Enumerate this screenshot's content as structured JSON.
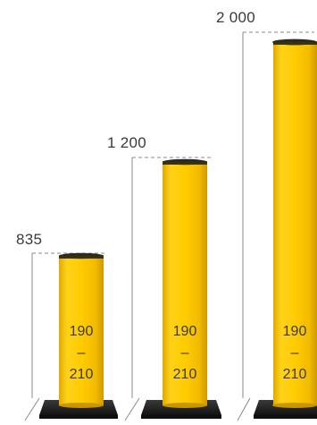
{
  "bollards": [
    {
      "height_label": "835",
      "diameter_from": "190",
      "diameter_dash": "–",
      "diameter_to": "210"
    },
    {
      "height_label": "1 200",
      "diameter_from": "190",
      "diameter_dash": "–",
      "diameter_to": "210"
    },
    {
      "height_label": "2 000",
      "diameter_from": "190",
      "diameter_dash": "–",
      "diameter_to": "210"
    }
  ],
  "colors": {
    "bollard_yellow": "#f5c400",
    "bollard_shadow": "#d9a800",
    "cap_dark": "#2a2a2a",
    "base_plate": "#1c1c1c",
    "dimension_line": "#8a8a8a",
    "text": "#3a3a3a"
  }
}
